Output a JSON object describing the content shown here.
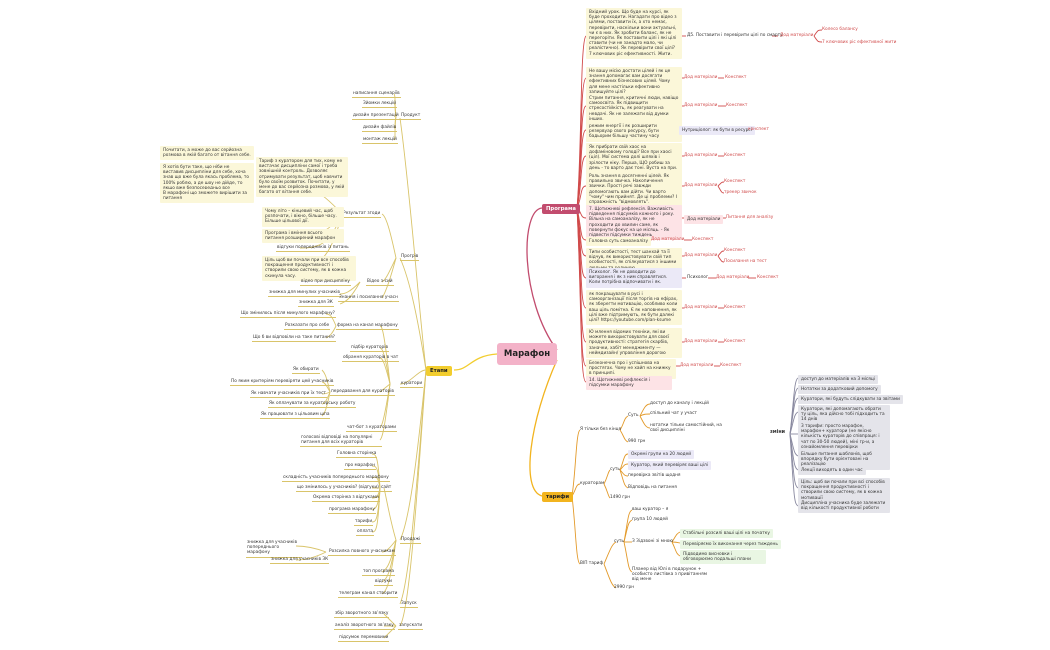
{
  "root": "Марафон",
  "main": {
    "programa": "Програма",
    "taryfy": "тарифи",
    "etapy": "Етапи",
    "zminy": "зміни"
  },
  "left": {
    "produkt": "Продукт",
    "produkt_items": [
      "написання сценаріїв",
      "Зйомки лекцій",
      "дизайн презентацій",
      "дизайн файлів",
      "монтаж лекцій"
    ],
    "note1": "Почитати, а може до вас серйозна розмова в якій багато от вітання себе.",
    "note2": "Я хотів бути таке, що ніби не виставив дисципліни для себе, хоча знав що вже була якась проблема, то 100% роблю, а де шоу не дійде, то якщо вже безпосередньо все вирішуйте.",
    "note3": "В марафоні що зможете вирішити за питання",
    "note4": "Тариф з куратором для тих, кому не вистачає дисципліни самої і треба зовнішній контроль. Дозволяє отримувати результат, щоб навчити було своїм розвиток. Почитати, у мене до вас серйозна розмова, у якій багато от вітання себе.",
    "rezultat": "Результат згоди",
    "chomu": "Чому літо – кінцевий час, щоб розпочати, і вікно, більше часу. Більше цільової дії.",
    "prohrama_ta": "Програма і вміння всього питання розширений марафон",
    "vidhuky": "відгуки попередників із питань",
    "tsil": "Ціль щоб ви почали при все способів покращення продуктивності і створили свою систему, як в кожна скинула часу.",
    "prohrev": "Прогрів",
    "video": "відео при дисципліну",
    "video_ch": "Відео з-сий",
    "znyzhka": "знижка для минулих учасників",
    "znyzhka3k": "знижка для ЗК",
    "znannya": "Знання і посилання учасн",
    "etapy_q": "Що змінилось після минулого марафону?",
    "rozkazaty": "Розказати про себе",
    "forma": "форма на канал марафону",
    "shcho": "Що б ви відповіли на таке питання?",
    "pidbir": "підбір кураторів",
    "obrannya": "обрання кураторів в чат",
    "kuratory": "куратори",
    "yak": "Як обирати",
    "kryterii": "По яким критеріям перевіряти цей учасників",
    "navchaty": "Як навчати учасників при їх тест",
    "oplata": "Як оплачувати за кураторську роботу",
    "vynahoroda": "Як працювати з цільовим шпа",
    "peredavannia": "передавання для кураторів",
    "chat": "чат-бот з кураторами",
    "holosove": "голосові відповіді на популярні питання для всіх кураторів",
    "sait": "сайт",
    "sait_items": [
      "Головна сторінка",
      "про марафон",
      "складність учасників попереднього марафону",
      "що змінилось у учасників? (відгуки)",
      "Окрема сторінка з відгуками",
      "програма марафону",
      "тарифи",
      "оплата"
    ],
    "prodazhi": "Продажі",
    "rozsylka": "Розсилка повного учасникам",
    "znyzhka_pop": "знижка для учасників попереднього марафону",
    "znyzhka_zk": "знижка для учасників ЗК",
    "top": "топ програма",
    "vidhuky2": "відгуки",
    "telehram": "телеграм канал створити",
    "zapusk": "Запуск",
    "zbir": "збір зворотного зв’язку",
    "analiz": "аналіз зворотного зв’язку",
    "zapusk2": "запускати",
    "pidsumok": "підсумок перемовини"
  },
  "programa": {
    "b1": "Вхідний урок. Що буде на курсі, як буде проходити. Нагадати про відео з цілями, поставити їх, а хто немає, перевірити, наскільки вони актуальні, чи є в них. Як зробити баланс, як не перегоріти. Як поставити цілі і які цілі ставити (чи не занадто мало, чи реалістично). Як перевірити свої цілі? 7 ключових ріс ефективності. Жити.",
    "d5": "Д5. Поставити і перевірити цілі по смарту",
    "dod": "Дод матеріали",
    "kolo": "Колесо балансу",
    "ris7": "7 ключових ріс ефективної жити",
    "b2": "Не вашу місію достати цілей і як це знання допомагає вам досягати ефективних бізнесових цілей. Чому для мене настільки ефективно запишуйте цілі?",
    "dod2": "Дод матеріали",
    "kont": "Конспект",
    "b3": "Стрим питання, критичні люди, навіщо самоосвіта. Як підвищити стресостійкість, як реагувати на невдачі. Як не залежати від думки інших.",
    "dod3": "Дод матеріали",
    "kont3": "Конспект",
    "b4": "режим енергії і як розширити резервуар свого ресурсу, бути бадьорим більшу частину часу",
    "nutr": "Нутриціолог: як бути в ресурсі",
    "kont4": "конспект",
    "b5": "Як прибрати свій хаос на дофаміновому голоді? Все при хаосі (ціл). Мої система долі шляхів і зрілости ніку. Перша, ЩО робиш за день - то варто дає тоні. Вуста на при.",
    "dod5": "Дод матеріали",
    "kont5": "Конспект",
    "b6": "Роль знання в досягненні цілей. Як правильно звичка. Накопичення звички. Прості речі завжди допомогають вам дійти. Чи варто \"чому\" чим прийнят. Де ці проблеми? І справжність \"відмовлять\".",
    "dod6": "Дод матеріали",
    "kont6": "Конспект",
    "tr6": "трекер звичок",
    "b7": "7. Щотижневі рефлексія. Важливість підведення підсумків кожного і року. Вільна на самоаналізу, як не проходити до хвилин саме, як повернути фокус на це місяць. - Як підвести підсумки тиждень",
    "dod7": "Дод матеріали",
    "shab": "Питання для аналізу",
    "b8": "Головна суть самоаналізу",
    "dod8": "Дод матеріали",
    "kont8": "Конспект",
    "b9": "Типи особистості, тест шанхай та її відчув, як використовувати свій тип особистості, як спілкуватися з іншими людьми та родиною",
    "dod9": "Дод матеріали",
    "kont9": "Конспект",
    "test9": "Посилання на тест",
    "b10": "Психолог. Як не доводити до вигорання і як з ним справлятися. Коли потрібна відпочивати і як.",
    "psyx": "Психолог",
    "dod10": "Дод матеріали",
    "kont10": "Конспект",
    "b11": "як покращувати в русі і самоорганізації після торгів на ефірах, як зберегти мотивацію, особливо коли ваш ціль помітна. Є як наповнення, як цілі вже підтримують, як бути далекі цілі? https://youtube.com/plan-ksume",
    "dod11": "Дод матеріали",
    "kont11": "Конспект",
    "b12": "Ю млення відомих техніки, які ви можете використовувати для своєї продуктивності: стратегія скарбів, заначки, хабіт менеджменту — неймдизайн/ управління дорогою",
    "dod12": "Дод матеріали",
    "kont12": "Конспект",
    "b13": "Безконечна про і успішнова на простягах. Чому не хайп на книжку в принципі.",
    "dod13": "Дод матеріали",
    "kont13": "Конспект",
    "b14": "14. Щотижневі рефлексія і підсумки марафону"
  },
  "taryfy": {
    "bez": "Я тільки без кінця",
    "sut": "Суть",
    "s1": "доступ до каналу і лекцій",
    "s2": "спільний чат у участ",
    "s3": "нотатки тільки самостійний, на свої дисципліні",
    "cina1": "990 грн",
    "kurator": "кураторам",
    "sut2": "суть",
    "k1": "Окремі групи на 20 людей",
    "k2": "Куратор, який перевіряє ваші цілі",
    "k3": "перевірка звітів щодня",
    "k4": "Відповідь на питання",
    "cina2": "1490 грн",
    "vip": "ВІП тариф",
    "sut3": "суть",
    "v1": "ваш куратор – я",
    "v2": "група 10 людей",
    "v3": "З Зідзвоні зі мною",
    "v3a": "Стабільні розсилі ваші цілі на початку",
    "v3b": "Перевіряємо їх виконання через тиждень",
    "v3c": "Підводимо висновки і обговорюємо подальші плани",
    "v4": "Планер від Юлі в подарунок + особисто листівка з привітанням від мене",
    "cina3": "2990 грн"
  },
  "zminy": {
    "z1": "доступ до матеріалів на 3 місяці",
    "z2": "Нотатки за додатковий допомогу",
    "z3": "Куратори, які будуть слідкувати за звітами",
    "z4": "Куратори, які допомагають обрати ту ціль, яка дійсно тобі підходить та 14 днів",
    "z5": "3 тарифи: просто марафон, марафон+ куратори (не якісно кількість кураторів до співпраця: і чат по 30-50 людей), міні гр-и, а ознайомлення перевірки",
    "z6": "Більше питання шаблонів, щоб впорядку бути орієнтовані на реалізацію",
    "z7": "Лекції виходять в один час",
    "z8": "Ціль: щоб ви почали при всі способів покращення продуктивності і створили свою систему, як в кожна мотивації",
    "z9": "Дисципліна учасника буде залежати від кількості продуктивної роботи"
  }
}
